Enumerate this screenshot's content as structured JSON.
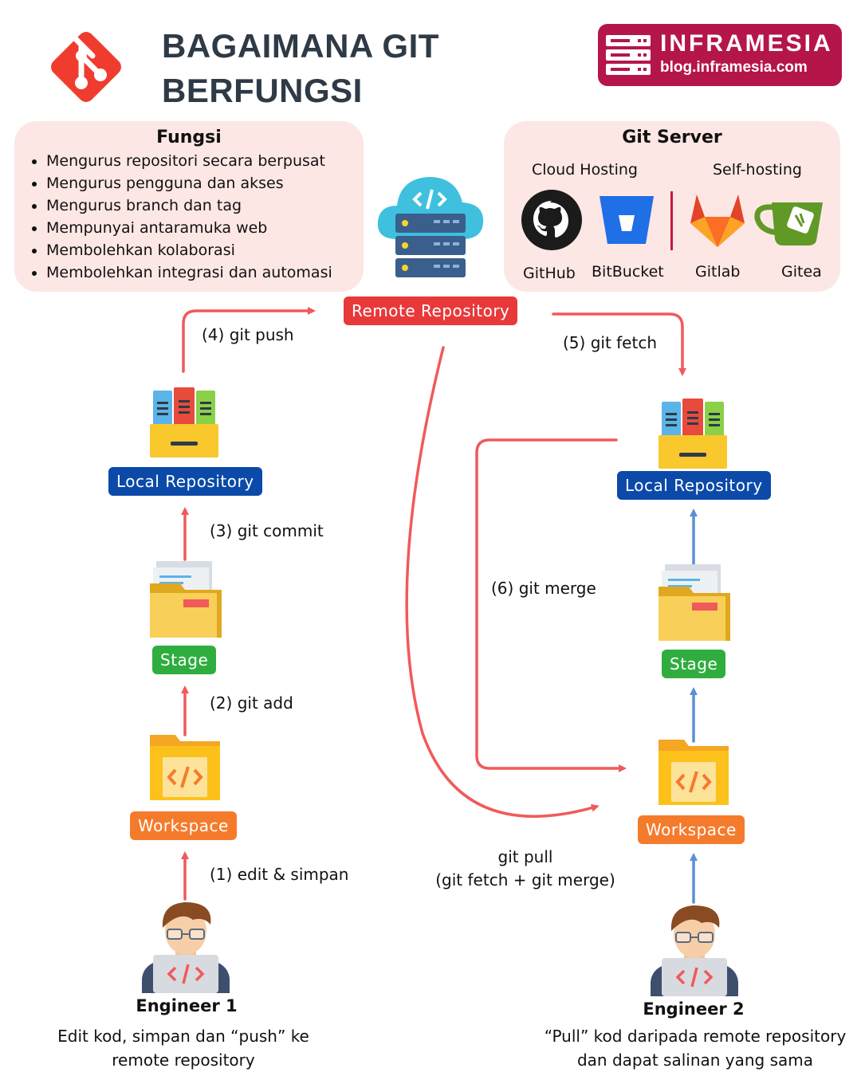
{
  "title_line1": "BAGAIMANA GIT",
  "title_line2": "BERFUNGSI",
  "brand": {
    "name": "INFRAMESIA",
    "url": "blog.inframesia.com",
    "color": "#b5164a"
  },
  "fungsi": {
    "heading": "Fungsi",
    "items": [
      "Mengurus repositori secara berpusat",
      "Mengurus pengguna dan akses",
      "Mengurus branch dan tag",
      "Mempunyai antaramuka web",
      "Membolehkan kolaborasi",
      "Membolehkan integrasi dan automasi"
    ]
  },
  "git_server": {
    "heading": "Git Server",
    "cloud_label": "Cloud Hosting",
    "self_label": "Self-hosting",
    "hosts": [
      "GitHub",
      "BitBucket",
      "Gitlab",
      "Gitea"
    ]
  },
  "remote": "Remote Repository",
  "nodes": {
    "local_repo": "Local  Repository",
    "stage": "Stage",
    "workspace": "Workspace"
  },
  "steps": {
    "s1": "(1) edit & simpan",
    "s2": "(2) git add",
    "s3": "(3) git commit",
    "s4": "(4) git push",
    "s5": "(5) git  fetch",
    "s6": "(6) git  merge",
    "pull1": "git pull",
    "pull2": "(git fetch + git merge)"
  },
  "engineer1": {
    "name": "Engineer 1",
    "desc1": "Edit kod, simpan dan “push” ke",
    "desc2": "remote repository"
  },
  "engineer2": {
    "name": "Engineer 2",
    "desc1": "“Pull” kod daripada remote repository",
    "desc2": "dan dapat salinan yang sama"
  },
  "colors": {
    "accent_red": "#e8393a",
    "flow_red": "#f05a5a",
    "flow_blue": "#5b8fd6",
    "panel": "#fde7e4"
  }
}
